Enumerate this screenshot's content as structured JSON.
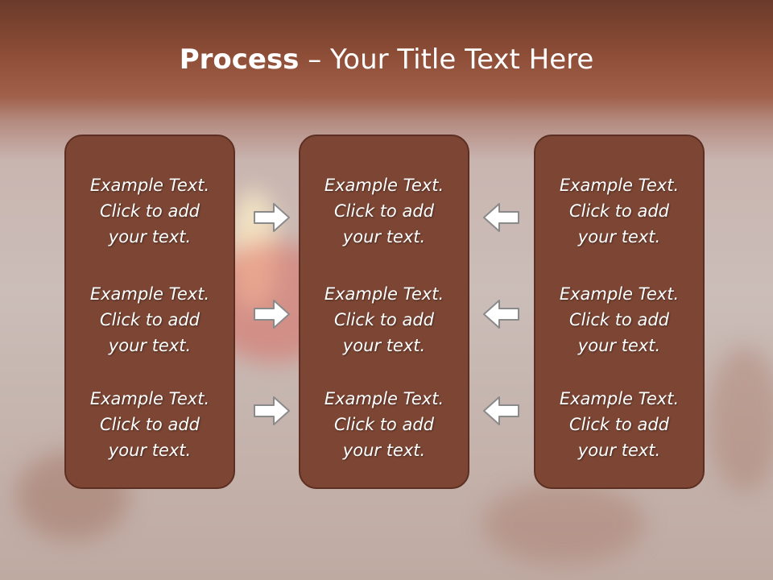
{
  "title": {
    "bold": "Process",
    "rest": " – Your Title Text Here"
  },
  "columns": [
    {
      "items": [
        "Example Text.\nClick  to add\nyour text.",
        "Example Text.\nClick  to add\nyour text.",
        "Example Text.\nClick  to add\nyour text."
      ]
    },
    {
      "items": [
        "Example Text.\nClick  to add\nyour text.",
        "Example Text.\nClick  to add\nyour text.",
        "Example Text.\nClick  to add\nyour text."
      ]
    },
    {
      "items": [
        "Example Text.\nClick  to add\nyour text.",
        "Example Text.\nClick  to add\nyour text.",
        "Example Text.\nClick  to add\nyour text."
      ]
    }
  ],
  "arrows": {
    "left_group": "right-arrow-icon",
    "right_group": "left-arrow-icon"
  },
  "colors": {
    "panel": "#7d4634",
    "panel_border": "#5c2f22",
    "header": "#8e4e37",
    "text": "#ffffff"
  }
}
